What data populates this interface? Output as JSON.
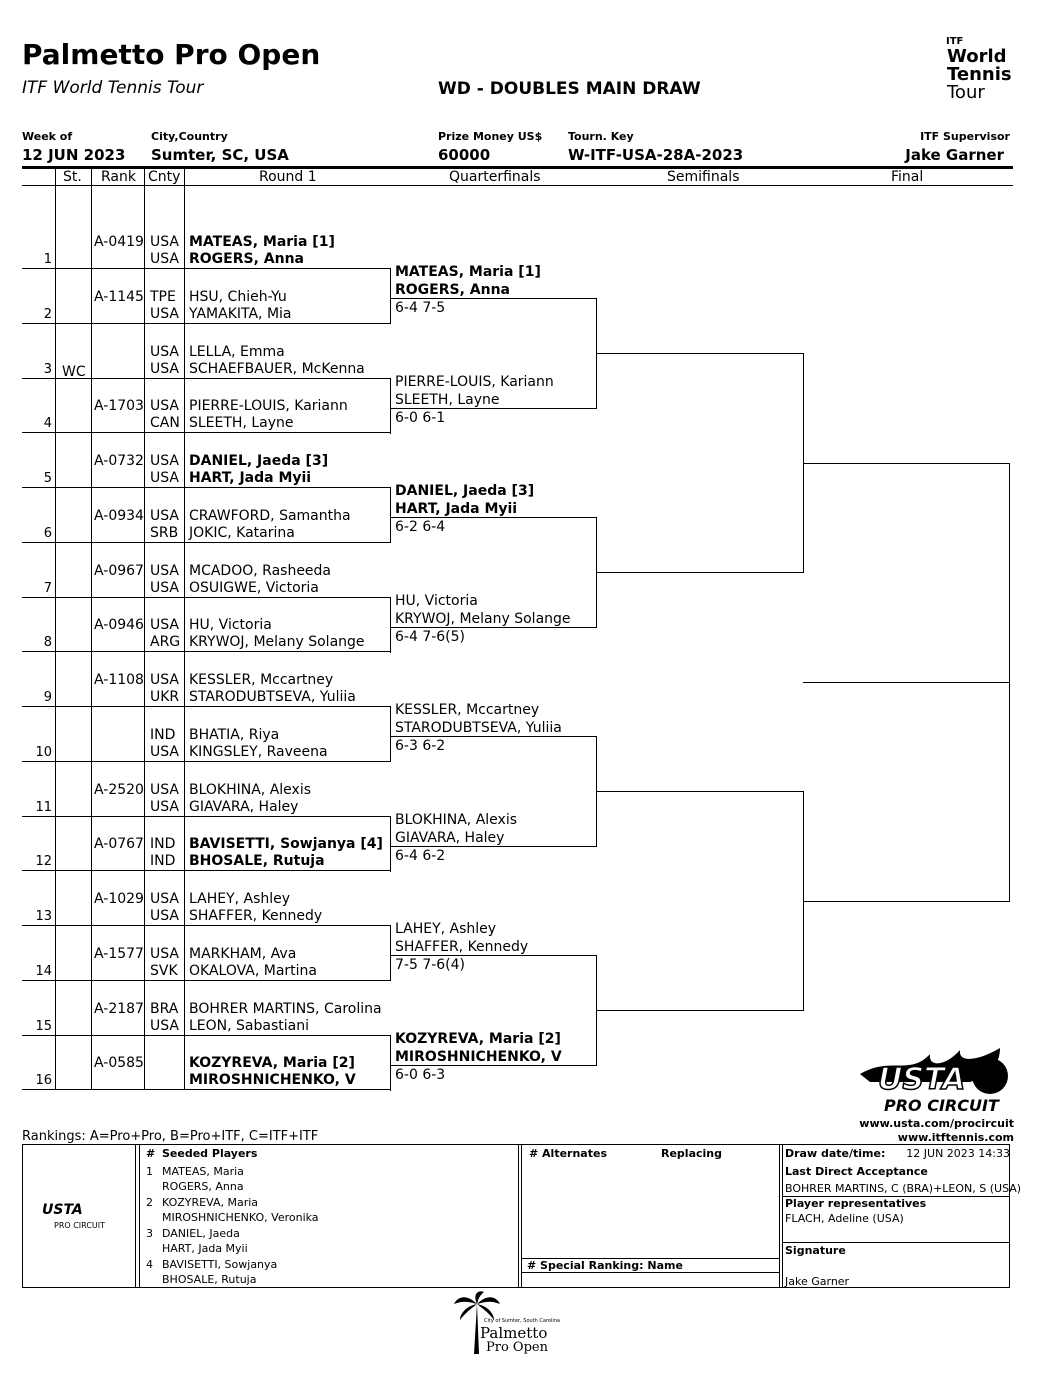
{
  "header": {
    "title": "Palmetto Pro Open",
    "subtitle": "ITF World Tennis Tour",
    "draw_title": "WD - DOUBLES MAIN DRAW",
    "itf_logo": {
      "itf": "ITF",
      "line1": "World",
      "line2": "Tennis",
      "line3": "Tour"
    }
  },
  "info": {
    "week_label": "Week of",
    "week_value": "12 JUN 2023",
    "city_label": "City,Country",
    "city_value": "Sumter, SC, USA",
    "prize_label": "Prize Money US$",
    "prize_value": "60000",
    "key_label": "Tourn. Key",
    "key_value": "W-ITF-USA-28A-2023",
    "super_label": "ITF Supervisor",
    "super_value": "Jake Garner"
  },
  "columns": {
    "st": "St.",
    "rank": "Rank",
    "cnty": "Cnty",
    "r1": "Round 1",
    "qf": "Quarterfinals",
    "sf": "Semifinals",
    "f": "Final"
  },
  "entries": [
    {
      "slot": "1",
      "st": "",
      "rank": "A-0419",
      "c1": "USA",
      "c2": "USA",
      "p1": "MATEAS, Maria [1]",
      "p2": "ROGERS, Anna",
      "bold": true
    },
    {
      "slot": "2",
      "st": "",
      "rank": "A-1145",
      "c1": "TPE",
      "c2": "USA",
      "p1": "HSU, Chieh-Yu",
      "p2": "YAMAKITA, Mia",
      "bold": false
    },
    {
      "slot": "3",
      "st": "WC",
      "rank": "",
      "c1": "USA",
      "c2": "USA",
      "p1": "LELLA, Emma",
      "p2": "SCHAEFBAUER, McKenna",
      "bold": false
    },
    {
      "slot": "4",
      "st": "",
      "rank": "A-1703",
      "c1": "USA",
      "c2": "CAN",
      "p1": "PIERRE-LOUIS, Kariann",
      "p2": "SLEETH, Layne",
      "bold": false
    },
    {
      "slot": "5",
      "st": "",
      "rank": "A-0732",
      "c1": "USA",
      "c2": "USA",
      "p1": "DANIEL, Jaeda [3]",
      "p2": "HART, Jada Myii",
      "bold": true
    },
    {
      "slot": "6",
      "st": "",
      "rank": "A-0934",
      "c1": "USA",
      "c2": "SRB",
      "p1": "CRAWFORD, Samantha",
      "p2": "JOKIC, Katarina",
      "bold": false
    },
    {
      "slot": "7",
      "st": "",
      "rank": "A-0967",
      "c1": "USA",
      "c2": "USA",
      "p1": "MCADOO, Rasheeda",
      "p2": "OSUIGWE, Victoria",
      "bold": false
    },
    {
      "slot": "8",
      "st": "",
      "rank": "A-0946",
      "c1": "USA",
      "c2": "ARG",
      "p1": "HU, Victoria",
      "p2": "KRYWOJ, Melany Solange",
      "bold": false
    },
    {
      "slot": "9",
      "st": "",
      "rank": "A-1108",
      "c1": "USA",
      "c2": "UKR",
      "p1": "KESSLER, Mccartney",
      "p2": "STARODUBTSEVA, Yuliia",
      "bold": false
    },
    {
      "slot": "10",
      "st": "",
      "rank": "",
      "c1": "IND",
      "c2": "USA",
      "p1": "BHATIA, Riya",
      "p2": "KINGSLEY, Raveena",
      "bold": false
    },
    {
      "slot": "11",
      "st": "",
      "rank": "A-2520",
      "c1": "USA",
      "c2": "USA",
      "p1": "BLOKHINA, Alexis",
      "p2": "GIAVARA, Haley",
      "bold": false
    },
    {
      "slot": "12",
      "st": "",
      "rank": "A-0767",
      "c1": "IND",
      "c2": "IND",
      "p1": "BAVISETTI, Sowjanya [4]",
      "p2": "BHOSALE, Rutuja",
      "bold": true
    },
    {
      "slot": "13",
      "st": "",
      "rank": "A-1029",
      "c1": "USA",
      "c2": "USA",
      "p1": "LAHEY, Ashley",
      "p2": "SHAFFER, Kennedy",
      "bold": false
    },
    {
      "slot": "14",
      "st": "",
      "rank": "A-1577",
      "c1": "USA",
      "c2": "SVK",
      "p1": "MARKHAM, Ava",
      "p2": "OKALOVA, Martina",
      "bold": false
    },
    {
      "slot": "15",
      "st": "",
      "rank": "A-2187",
      "c1": "BRA",
      "c2": "USA",
      "p1": "BOHRER MARTINS, Carolina",
      "p2": "LEON, Sabastiani",
      "bold": false
    },
    {
      "slot": "16",
      "st": "",
      "rank": "A-0585",
      "c1": "",
      "c2": "",
      "p1": "KOZYREVA, Maria [2]",
      "p2": "MIROSHNICHENKO, V",
      "bold": true
    }
  ],
  "qf": [
    {
      "p1": "MATEAS, Maria [1]",
      "p2": "ROGERS, Anna",
      "score": "6-4 7-5",
      "bold": true
    },
    {
      "p1": "PIERRE-LOUIS, Kariann",
      "p2": "SLEETH, Layne",
      "score": "6-0 6-1",
      "bold": false
    },
    {
      "p1": "DANIEL, Jaeda [3]",
      "p2": "HART, Jada Myii",
      "score": "6-2 6-4",
      "bold": true
    },
    {
      "p1": "HU, Victoria",
      "p2": "KRYWOJ, Melany Solange",
      "score": "6-4 7-6(5)",
      "bold": false
    },
    {
      "p1": "KESSLER, Mccartney",
      "p2": "STARODUBTSEVA, Yuliia",
      "score": "6-3 6-2",
      "bold": false
    },
    {
      "p1": "BLOKHINA, Alexis",
      "p2": "GIAVARA, Haley",
      "score": "6-4 6-2",
      "bold": false
    },
    {
      "p1": "LAHEY, Ashley",
      "p2": "SHAFFER, Kennedy",
      "score": "7-5 7-6(4)",
      "bold": false
    },
    {
      "p1": "KOZYREVA, Maria [2]",
      "p2": "MIROSHNICHENKO, V",
      "score": "6-0 6-3",
      "bold": true
    }
  ],
  "usta": {
    "logo": "USTA",
    "sub": "PRO CIRCUIT",
    "url1": "www.usta.com/procircuit",
    "url2": "www.itftennis.com"
  },
  "footer": {
    "rankings": "Rankings: A=Pro+Pro, B=Pro+ITF, C=ITF+ITF",
    "usta_small": "USTA",
    "usta_small_sub": "PRO CIRCUIT",
    "seed_hash": "#",
    "seed_title": "Seeded Players",
    "seeds": [
      {
        "n": "1",
        "a": "MATEAS, Maria",
        "b": "ROGERS, Anna"
      },
      {
        "n": "2",
        "a": "KOZYREVA, Maria",
        "b": "MIROSHNICHENKO, Veronika"
      },
      {
        "n": "3",
        "a": "DANIEL, Jaeda",
        "b": "HART, Jada Myii"
      },
      {
        "n": "4",
        "a": "BAVISETTI, Sowjanya",
        "b": "BHOSALE, Rutuja"
      }
    ],
    "alt_title": "# Alternates",
    "replacing": "Replacing",
    "special": "# Special Ranking: Name",
    "draw_date_label": "Draw date/time:",
    "draw_date_value": "12 JUN 2023 14:33",
    "lda_label": "Last Direct Acceptance",
    "lda_value": "BOHRER MARTINS, C (BRA)+LEON, S (USA)",
    "rep_label": "Player representatives",
    "rep_value": "FLACH, Adeline (USA)",
    "sig_label": "Signature",
    "sig_value": "Jake Garner"
  },
  "palmetto": {
    "small": "City of Sumter, South Carolina",
    "l1": "Palmetto",
    "l2": "Pro Open"
  }
}
